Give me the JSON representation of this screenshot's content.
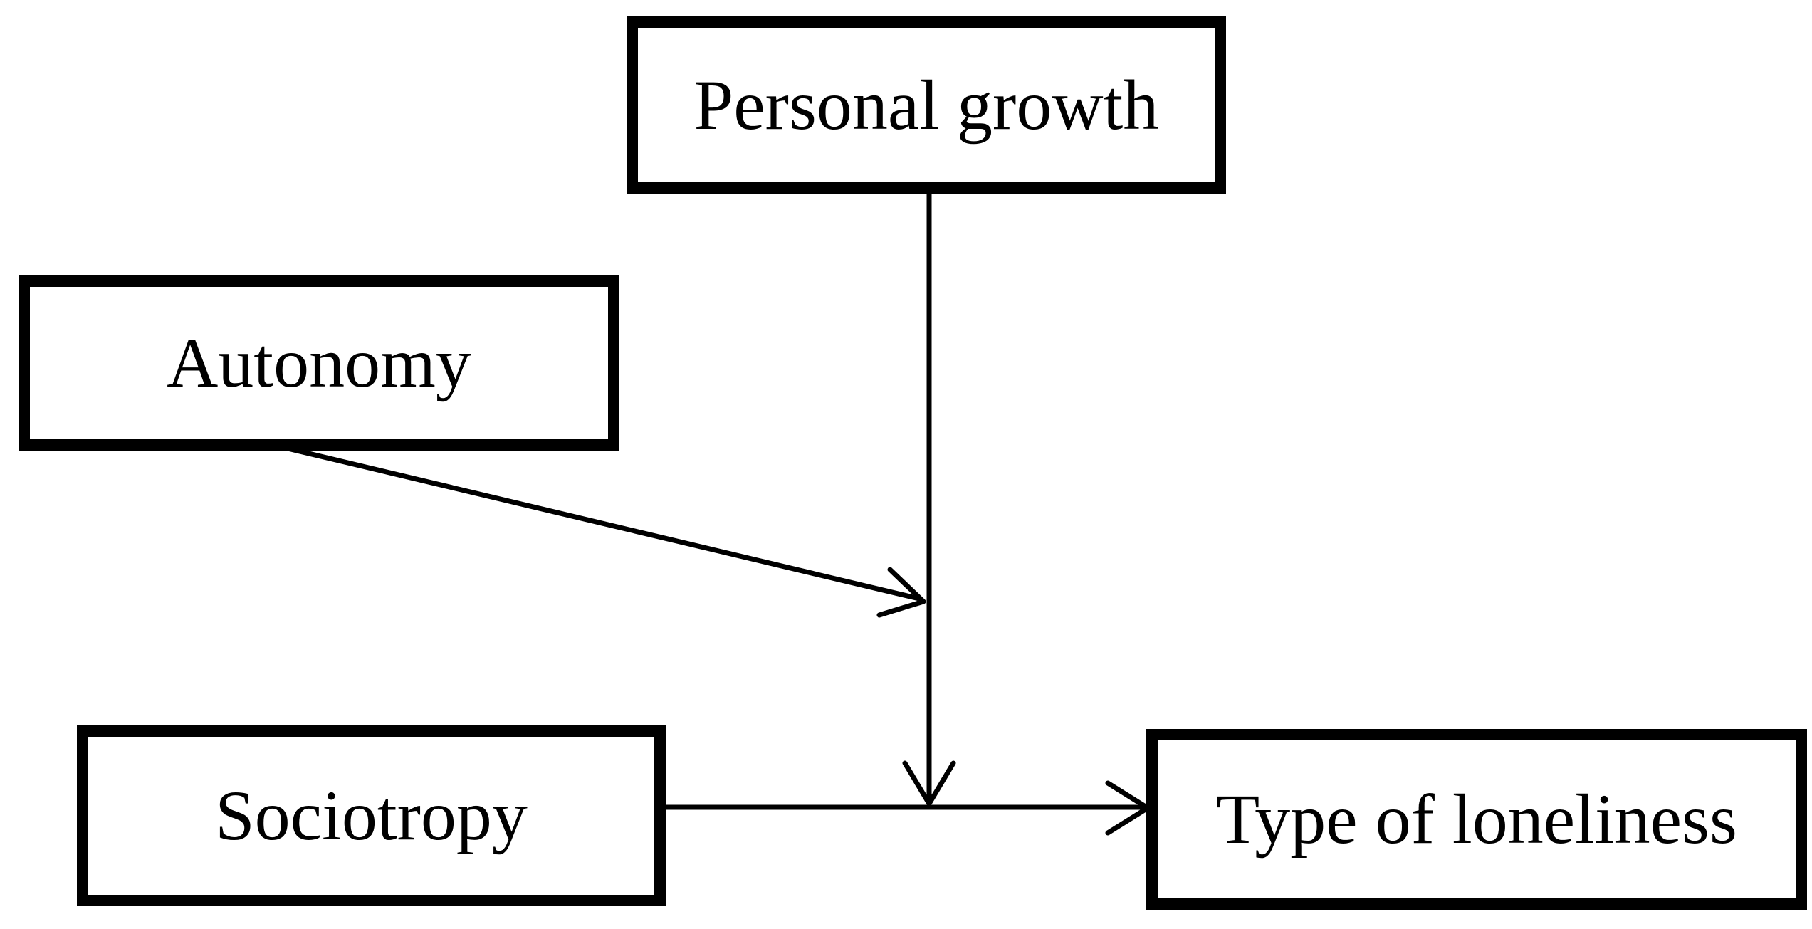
{
  "diagram": {
    "background_color": "#ffffff",
    "stroke_color": "#000000",
    "nodes": [
      {
        "id": "personal-growth",
        "label": "Personal growth"
      },
      {
        "id": "autonomy",
        "label": "Autonomy"
      },
      {
        "id": "sociotropy",
        "label": "Sociotropy"
      },
      {
        "id": "type-of-loneliness",
        "label": "Type of loneliness"
      }
    ],
    "edges": [
      {
        "from": "personal-growth",
        "to": "junction-on-sociotropy-arrow",
        "shape": "vertical-line",
        "arrowhead": "open-v"
      },
      {
        "from": "autonomy",
        "to": "junction-on-personal-growth-line",
        "shape": "diagonal-line",
        "arrowhead": "open-v"
      },
      {
        "from": "sociotropy",
        "to": "type-of-loneliness",
        "shape": "horizontal-line",
        "arrowhead": "open-v"
      }
    ]
  }
}
